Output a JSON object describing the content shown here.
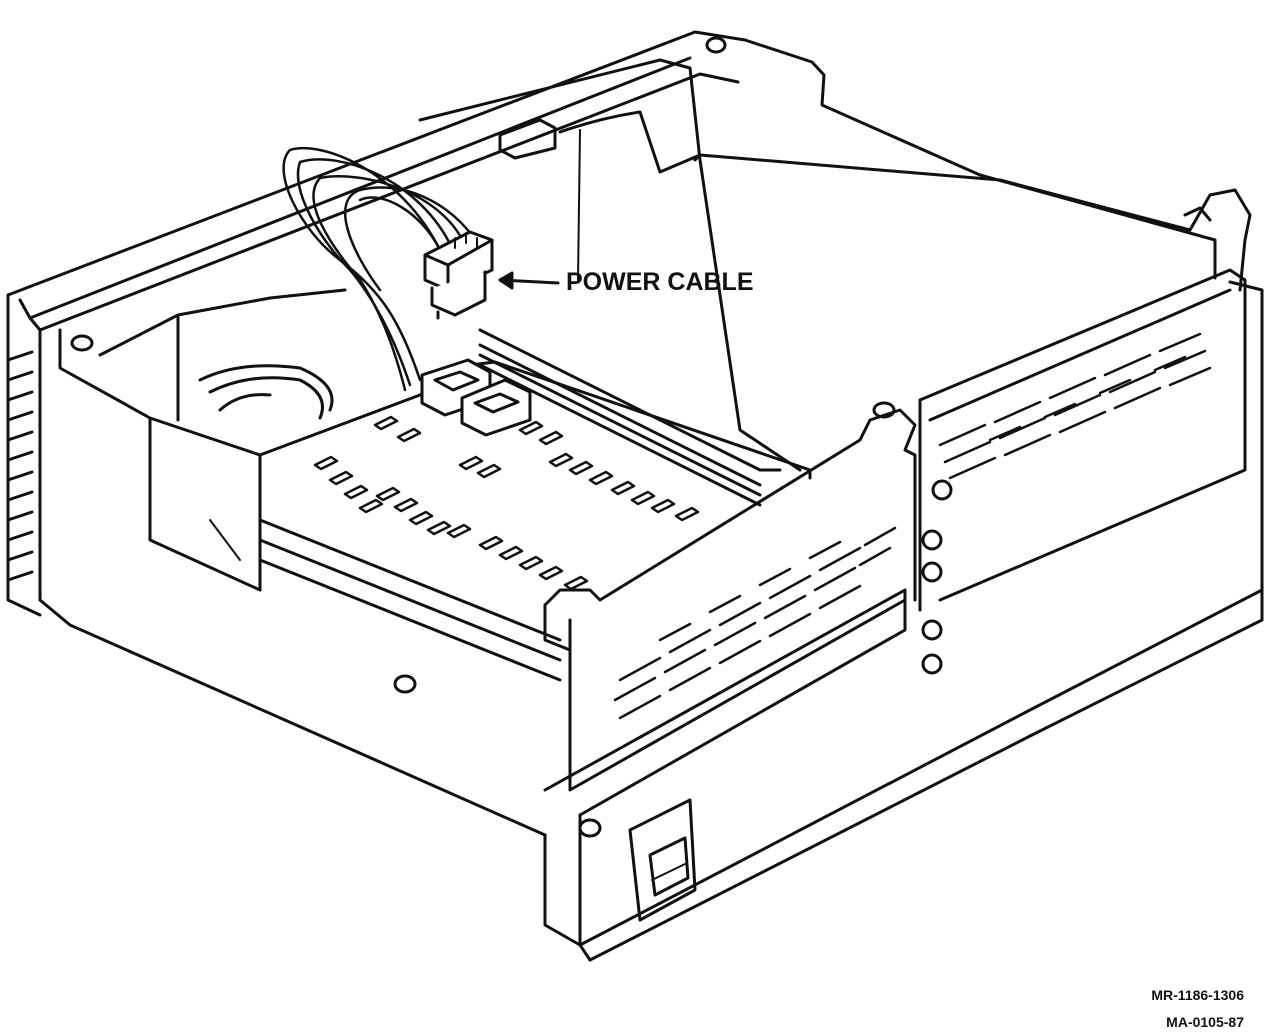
{
  "figure": {
    "callout_label": "POWER CABLE",
    "reference_codes": [
      "MR-1186-1306",
      "MA-0105-87"
    ]
  }
}
